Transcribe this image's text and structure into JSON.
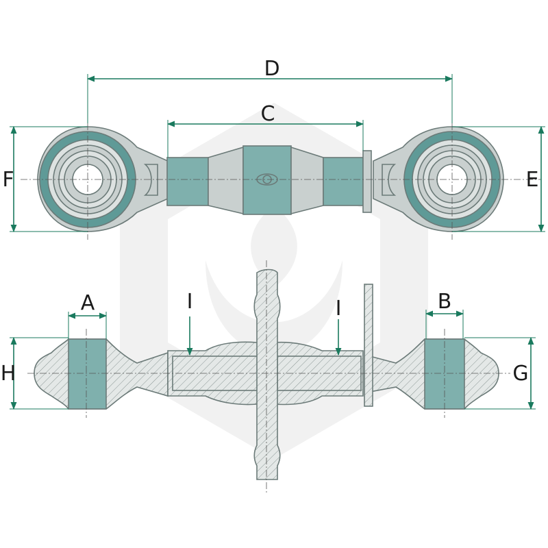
{
  "colors": {
    "dimension": "#1a7a5e",
    "part_teal": "#7fb0ad",
    "part_grey": "#c9d0cf",
    "outline": "#6b7a78",
    "watermark": "#e8e8e8"
  },
  "labels": {
    "A": "A",
    "B": "B",
    "C": "C",
    "D": "D",
    "E": "E",
    "F": "F",
    "G": "G",
    "H": "H",
    "I_left": "I",
    "I_right": "I"
  }
}
